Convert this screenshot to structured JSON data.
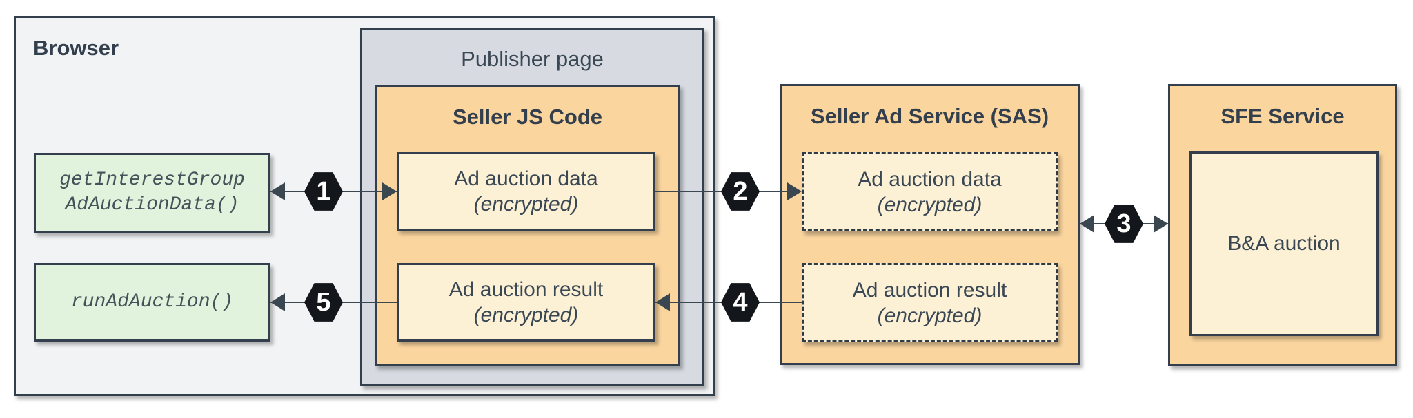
{
  "diagram": {
    "browser": {
      "label": "Browser"
    },
    "publisher_page": {
      "label": "Publisher page"
    },
    "seller_js": {
      "title": "Seller JS Code",
      "boxes": [
        {
          "line1": "Ad auction data",
          "line2": "(encrypted)"
        },
        {
          "line1": "Ad auction result",
          "line2": "(encrypted)"
        }
      ]
    },
    "browser_apis": [
      {
        "line1": "getInterestGroup",
        "line2": "AdAuctionData()"
      },
      {
        "line1": "runAdAuction()",
        "line2": ""
      }
    ],
    "sas": {
      "title": "Seller Ad Service (SAS)",
      "boxes": [
        {
          "line1": "Ad auction data",
          "line2": "(encrypted)"
        },
        {
          "line1": "Ad auction result",
          "line2": "(encrypted)"
        }
      ]
    },
    "sfe": {
      "title": "SFE Service",
      "box": {
        "label": "B&A auction"
      }
    },
    "steps": [
      "1",
      "2",
      "3",
      "4",
      "5"
    ],
    "colors": {
      "browser_bg": "#F2F3F5",
      "publisher_bg": "#D7DBE1",
      "service_bg": "#FBD59E",
      "inner_bg": "#FCF1D5",
      "api_bg": "#E1F3DC",
      "stroke": "#333F4D",
      "text": "#3A4754",
      "step_bg": "#13171B",
      "step_text": "#FFFFFF",
      "arrow": "#3A4750"
    }
  }
}
